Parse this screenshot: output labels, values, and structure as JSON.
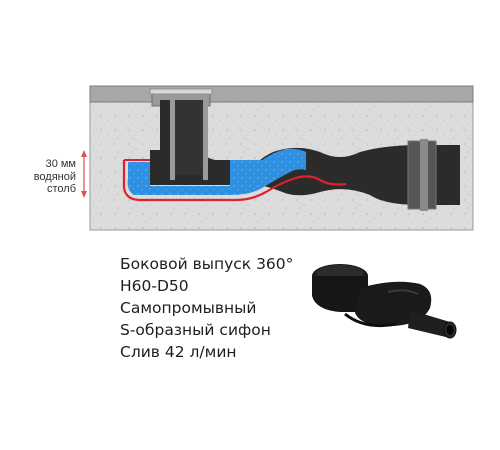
{
  "diagram": {
    "dimension_label": [
      "30 мм",
      "водяной",
      "столб"
    ],
    "colors": {
      "concrete": "#dcdcdc",
      "floor_tile": "#a8a8a8",
      "pipe_body": "#2b2b2b",
      "water": "#2f8fe0",
      "membrane": "#e0202a",
      "metal": "#9a9a9a",
      "dimension_arrow": "#e05050"
    }
  },
  "specs": [
    "Боковой выпуск 360°",
    "H60-D50",
    "Самопромывный",
    "S-образный сифон",
    "Слив 42 л/мин"
  ],
  "product": {
    "icon": "drain-siphon-icon",
    "color": "#1a1a1a"
  }
}
